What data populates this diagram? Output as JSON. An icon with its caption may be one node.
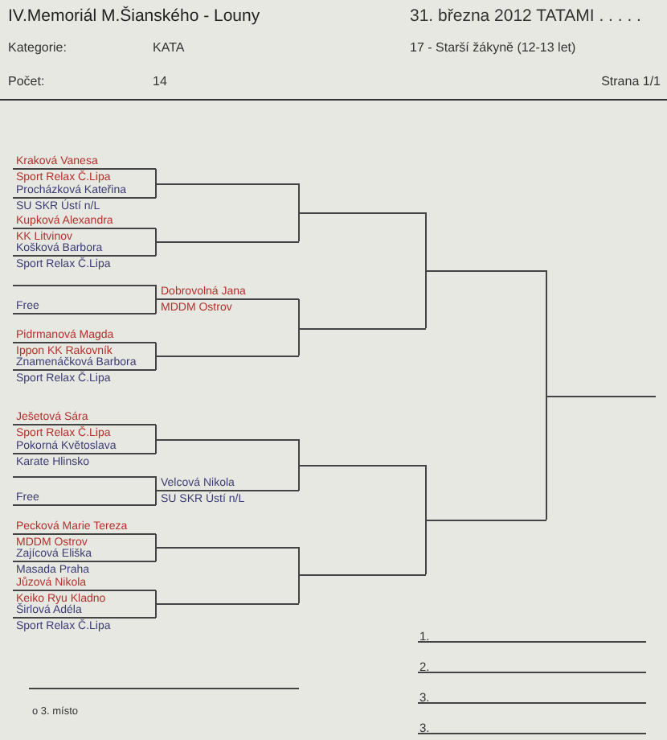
{
  "diagram": {
    "title": "IV.Memoriál M.Šianského - Louny",
    "nodes": [
      {
        "text": [
          "Kraková Vanesa",
          "Sport Relax Č.Lipa"
        ]
      },
      {
        "text": [
          "Procházková Kateřina",
          "SU SKR Ústí n/L"
        ]
      },
      {
        "text": [
          "Kupková Alexandra",
          "KK Litvinov"
        ]
      },
      {
        "text": [
          "Košková Barbora",
          "Sport Relax Č.Lipa"
        ]
      },
      {
        "text": [],
        "shape": "bar"
      },
      {
        "text": [
          "Dobrovolná Jana",
          "MDDM Ostrov"
        ]
      },
      {
        "text": [
          "Free"
        ]
      },
      {
        "text": [
          "Pidrmanová Magda",
          "Ippon KK Rakovník"
        ]
      },
      {
        "text": [
          "Znamenáčková Barbora",
          "Sport Relax Č.Lipa"
        ]
      },
      {
        "text": [
          "Ješetová Sára",
          "Sport Relax Č.Lipa"
        ]
      },
      {
        "text": [
          "Pokorná Květoslava",
          "Karate Hlinsko"
        ]
      },
      {
        "text": [],
        "shape": "bar"
      },
      {
        "text": [
          "Velcová Nikola",
          "SU SKR Ústí n/L"
        ]
      },
      {
        "text": [
          "Free"
        ]
      },
      {
        "text": [
          "Pecková Marie Tereza",
          "MDDM Ostrov"
        ]
      },
      {
        "text": [
          "Zajícová Eliška",
          "Masada Praha"
        ]
      },
      {
        "text": [
          "Jůzová Nikola",
          "Keiko Ryu Kladno"
        ]
      },
      {
        "text": [
          "Širlová Adéla",
          "Sport Relax Č.Lipa"
        ]
      },
      {
        "text": [],
        "shape": "bar"
      },
      {
        "text": [],
        "shape": "bar"
      },
      {
        "text": [],
        "shape": "bar"
      },
      {
        "text": [],
        "shape": "bar"
      },
      {
        "text": [],
        "shape": "bar"
      },
      {
        "text": [],
        "shape": "bar"
      },
      {
        "text": [],
        "shape": "bar"
      },
      {
        "text": [],
        "shape": "bar"
      },
      {
        "text": [],
        "shape": "bar"
      },
      {
        "text": [],
        "shape": "bar"
      },
      {
        "text": [],
        "shape": "bar"
      },
      {
        "text": [],
        "shape": "bar"
      },
      {
        "text": [],
        "shape": "bar"
      }
    ],
    "edges": [
      {
        "from": 0,
        "to": 18,
        "arrow": "none"
      },
      {
        "from": 1,
        "to": 18,
        "arrow": "none"
      },
      {
        "from": 2,
        "to": 19,
        "arrow": "none"
      },
      {
        "from": 3,
        "to": 19,
        "arrow": "none"
      },
      {
        "from": 4,
        "to": 5,
        "arrow": "none"
      },
      {
        "from": 6,
        "to": 5,
        "arrow": "none"
      },
      {
        "from": 7,
        "to": 20,
        "arrow": "none"
      },
      {
        "from": 8,
        "to": 20,
        "arrow": "none"
      },
      {
        "from": 18,
        "to": 21,
        "arrow": "none"
      },
      {
        "from": 19,
        "to": 21,
        "arrow": "none"
      },
      {
        "from": 5,
        "to": 22,
        "arrow": "none"
      },
      {
        "from": 20,
        "to": 22,
        "arrow": "none"
      },
      {
        "from": 21,
        "to": 23,
        "arrow": "none"
      },
      {
        "from": 22,
        "to": 23,
        "arrow": "none"
      },
      {
        "from": 9,
        "to": 24,
        "arrow": "none"
      },
      {
        "from": 10,
        "to": 24,
        "arrow": "none"
      },
      {
        "from": 11,
        "to": 12,
        "arrow": "none"
      },
      {
        "from": 13,
        "to": 12,
        "arrow": "none"
      },
      {
        "from": 14,
        "to": 25,
        "arrow": "none"
      },
      {
        "from": 15,
        "to": 25,
        "arrow": "none"
      },
      {
        "from": 16,
        "to": 26,
        "arrow": "none"
      },
      {
        "from": 17,
        "to": 26,
        "arrow": "none"
      },
      {
        "from": 24,
        "to": 27,
        "arrow": "none"
      },
      {
        "from": 12,
        "to": 27,
        "arrow": "none"
      },
      {
        "from": 25,
        "to": 28,
        "arrow": "none"
      },
      {
        "from": 26,
        "to": 28,
        "arrow": "none"
      },
      {
        "from": 27,
        "to": 29,
        "arrow": "none"
      },
      {
        "from": 28,
        "to": 29,
        "arrow": "none"
      },
      {
        "from": 23,
        "to": 30,
        "arrow": "none"
      },
      {
        "from": 29,
        "to": 30,
        "arrow": "none"
      }
    ],
    "labels": [
      "31. března 2012 TATAMI . . . . .",
      "Kategorie:",
      "KATA",
      "17 - Starší žákyně (12-13 let)",
      "Počet:",
      "14",
      "Strana 1/1",
      "1.",
      "2.",
      "3.",
      "o 3. místo",
      "3."
    ]
  }
}
